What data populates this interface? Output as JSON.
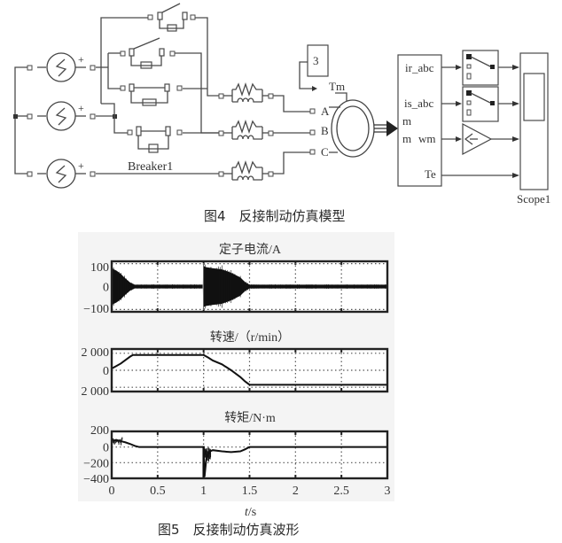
{
  "figure4": {
    "caption": "图4　反接制动仿真模型",
    "labels": {
      "breaker": "Breaker1",
      "constant_value": "3",
      "tm": "Tm",
      "phase_a": "A",
      "phase_b": "B",
      "phase_c": "C",
      "m1": "m",
      "m2": "m",
      "ir_abc": "ir_abc",
      "is_abc": "is_abc",
      "wm": "wm",
      "te": "Te",
      "scope": "Scope1",
      "plus": "+"
    },
    "blocks": [
      "ac-voltage-source",
      "ac-voltage-source",
      "ac-voltage-source",
      "breaker",
      "breaker",
      "breaker",
      "breaker",
      "rl-load",
      "rl-load",
      "rl-load",
      "constant-block",
      "asynchronous-machine",
      "bus-selector",
      "selector-switch",
      "selector-switch",
      "gain-block",
      "scope"
    ]
  },
  "figure5": {
    "caption": "图5　反接制动仿真波形",
    "xlabel_italic": "t",
    "xlabel_unit": "/s"
  },
  "chart_data": [
    {
      "type": "line",
      "title": "定子电流/A",
      "xlabel": "t/s",
      "ylabel": "",
      "xlim": [
        0,
        3
      ],
      "ylim": [
        -110,
        110
      ],
      "yticks": [
        100,
        0,
        -100
      ],
      "ytick_labels": [
        "100",
        "0",
        "−100"
      ],
      "xticks": [
        0,
        0.5,
        1,
        1.5,
        2,
        2.5,
        3
      ],
      "grid": true,
      "envelope": {
        "t": [
          0,
          0.05,
          0.1,
          0.15,
          0.2,
          0.25,
          0.3,
          0.99,
          1.0,
          1.02,
          1.1,
          1.2,
          1.3,
          1.4,
          1.45,
          1.5,
          3.0
        ],
        "amp": [
          80,
          70,
          55,
          35,
          18,
          8,
          8,
          8,
          90,
          85,
          80,
          75,
          60,
          40,
          20,
          8,
          8
        ]
      }
    },
    {
      "type": "line",
      "title": "转速/（r/min）",
      "xlabel": "t/s",
      "ylabel": "",
      "xlim": [
        0,
        3
      ],
      "ylim": [
        -2500,
        2500
      ],
      "yticks": [
        2000,
        0,
        -2000
      ],
      "ytick_labels": [
        "2 000",
        "0",
        "2 000"
      ],
      "xticks": [
        0,
        0.5,
        1,
        1.5,
        2,
        2.5,
        3
      ],
      "grid": true,
      "series": [
        {
          "name": "speed",
          "t": [
            0,
            0.05,
            0.1,
            0.15,
            0.2,
            0.23,
            1.0,
            1.05,
            1.1,
            1.2,
            1.3,
            1.4,
            1.45,
            1.5,
            3.0
          ],
          "values": [
            200,
            500,
            800,
            1200,
            1600,
            1800,
            1800,
            1500,
            1150,
            700,
            0,
            -800,
            -1300,
            -1700,
            -1700
          ]
        }
      ]
    },
    {
      "type": "line",
      "title": "转矩/N·m",
      "xlabel": "t/s",
      "ylabel": "",
      "xlim": [
        0,
        3
      ],
      "ylim": [
        -400,
        200
      ],
      "yticks": [
        200,
        0,
        -200,
        -400
      ],
      "ytick_labels": [
        "200",
        "0",
        "−200",
        "−400"
      ],
      "xticks": [
        0,
        0.5,
        1,
        1.5,
        2,
        2.5,
        3
      ],
      "xtick_labels": [
        "0",
        "0.5",
        "1",
        "1.5",
        "2",
        "2.5",
        "3"
      ],
      "grid": true,
      "series": [
        {
          "name": "torque",
          "t": [
            0,
            0.02,
            0.05,
            0.1,
            0.15,
            0.2,
            0.25,
            0.3,
            1.0,
            1.01,
            1.03,
            1.06,
            1.1,
            1.2,
            1.3,
            1.4,
            1.45,
            1.5,
            3.0
          ],
          "values": [
            100,
            80,
            90,
            75,
            60,
            40,
            15,
            0,
            0,
            -380,
            -150,
            -60,
            -40,
            -55,
            -65,
            -55,
            -30,
            0,
            0
          ]
        }
      ]
    }
  ]
}
